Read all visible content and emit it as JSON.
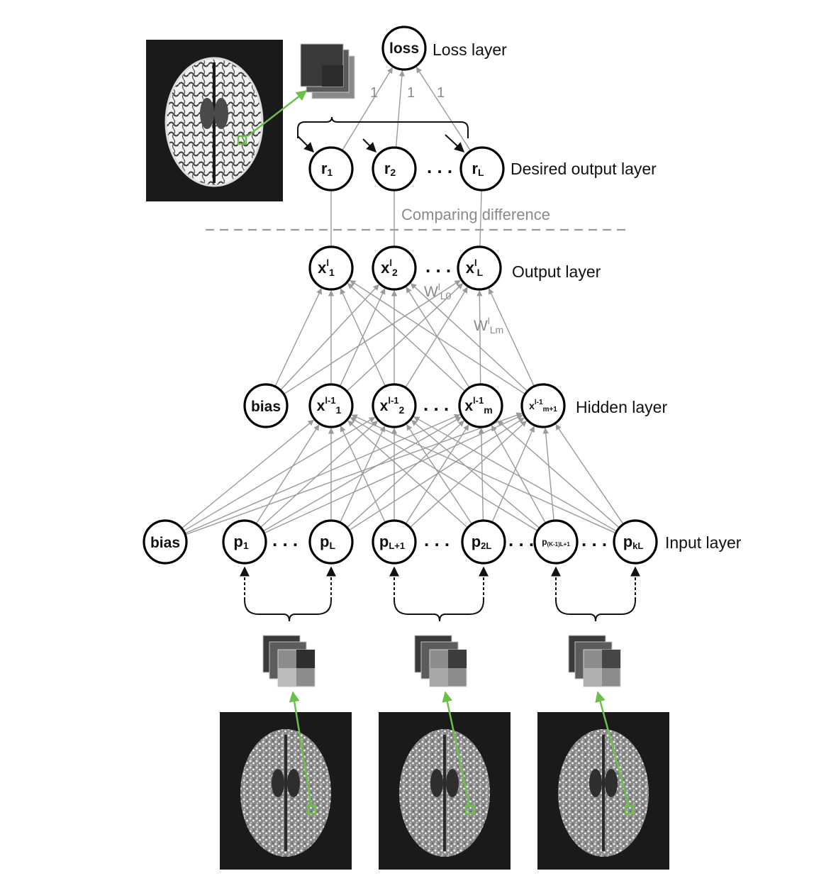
{
  "loss_node": {
    "label": "loss",
    "layer_label": "Loss layer"
  },
  "loss_weights": [
    "1",
    "1",
    "1"
  ],
  "desired_layer": {
    "label": "Desired output layer",
    "nodes": [
      {
        "base": "r",
        "sub": "1"
      },
      {
        "base": "r",
        "sub": "2"
      },
      {
        "base": "r",
        "sub": "L"
      }
    ]
  },
  "comparing_label": "Comparing difference",
  "output_layer": {
    "label": "Output layer",
    "nodes": [
      {
        "base": "x",
        "sup": "l",
        "sub": "1"
      },
      {
        "base": "x",
        "sup": "l",
        "sub": "2"
      },
      {
        "base": "x",
        "sup": "l",
        "sub": "L"
      }
    ]
  },
  "weight_labels": [
    {
      "base": "W",
      "sup": "l",
      "sub": "L0"
    },
    {
      "base": "W",
      "sup": "l",
      "sub": "Lm"
    }
  ],
  "hidden_layer": {
    "label": "Hidden layer",
    "bias": "bias",
    "nodes": [
      {
        "base": "x",
        "sup": "l-1",
        "sub": "1"
      },
      {
        "base": "x",
        "sup": "l-1",
        "sub": "2"
      },
      {
        "base": "x",
        "sup": "l-1",
        "sub": "m"
      },
      {
        "base": "x",
        "sup": "l-1",
        "sub": "m+1"
      }
    ]
  },
  "input_layer": {
    "label": "Input layer",
    "bias": "bias",
    "nodes": [
      {
        "base": "p",
        "sub": "1"
      },
      {
        "base": "p",
        "sub": "L"
      },
      {
        "base": "p",
        "sub": "L+1"
      },
      {
        "base": "p",
        "sub": "2L"
      },
      {
        "base": "p",
        "sub": "(K-1)L+1"
      },
      {
        "base": "p",
        "sub": "kL"
      }
    ]
  },
  "ellipsis": ". . .",
  "colors": {
    "accent": "#6cc04a",
    "edge": "#9a9a9a",
    "node_stroke": "#000000",
    "panel_bg": "#1a1a1a"
  },
  "images": {
    "top": "brain-mri-reference",
    "bottom": [
      "brain-mri-input-1",
      "brain-mri-input-2",
      "brain-mri-input-3"
    ]
  }
}
